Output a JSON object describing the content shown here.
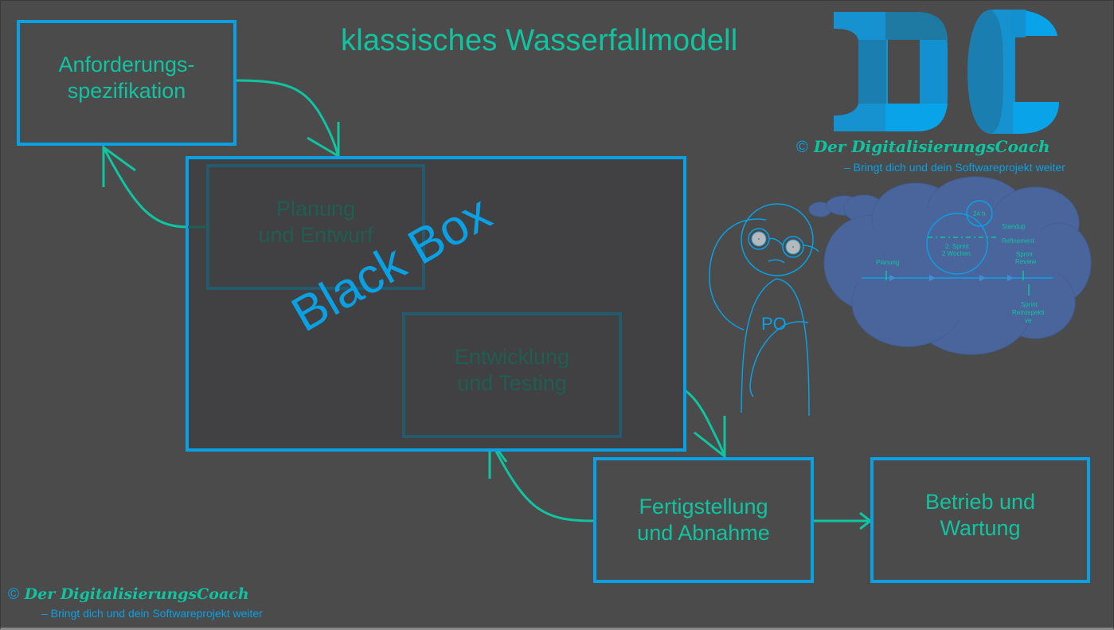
{
  "title": "klassisches Wasserfallmodell",
  "colors": {
    "background": "#4b4b4b",
    "accent_teal": "#10c4a1",
    "accent_blue": "#0aa0e4",
    "blackbox_fill": "#414042",
    "dimmed_teal": "#1f5e52",
    "dimmed_border": "#245a6e",
    "cloud": "#4a659b"
  },
  "phases": {
    "anforderung": "Anforderungs-\nspezifikation",
    "planung": "Planung\nund Entwurf",
    "entwicklung": "Entwicklung\nund Testing",
    "fertigstellung": "Fertigstellung\nund Abnahme",
    "betrieb": "Betrieb und\nWartung"
  },
  "blackbox_label": "Black Box",
  "po_label": "PO",
  "scrum_cloud": {
    "daily": "24 h",
    "standup": "Standup",
    "refinement": "Refinement",
    "sprint_line1": "2. Sprint",
    "sprint_line2": "2  Wochen",
    "planung": "Planung",
    "review_line1": "Sprint",
    "review_line2": "Review",
    "retro_line1": "Sprint",
    "retro_line2": "Retrospekti",
    "retro_line3": "ve"
  },
  "branding": {
    "copyright": "©",
    "name": "Der DigitalisierungsCoach",
    "tagline": "– Bringt dich und dein Softwareprojekt weiter",
    "logo_letters": "DC"
  }
}
